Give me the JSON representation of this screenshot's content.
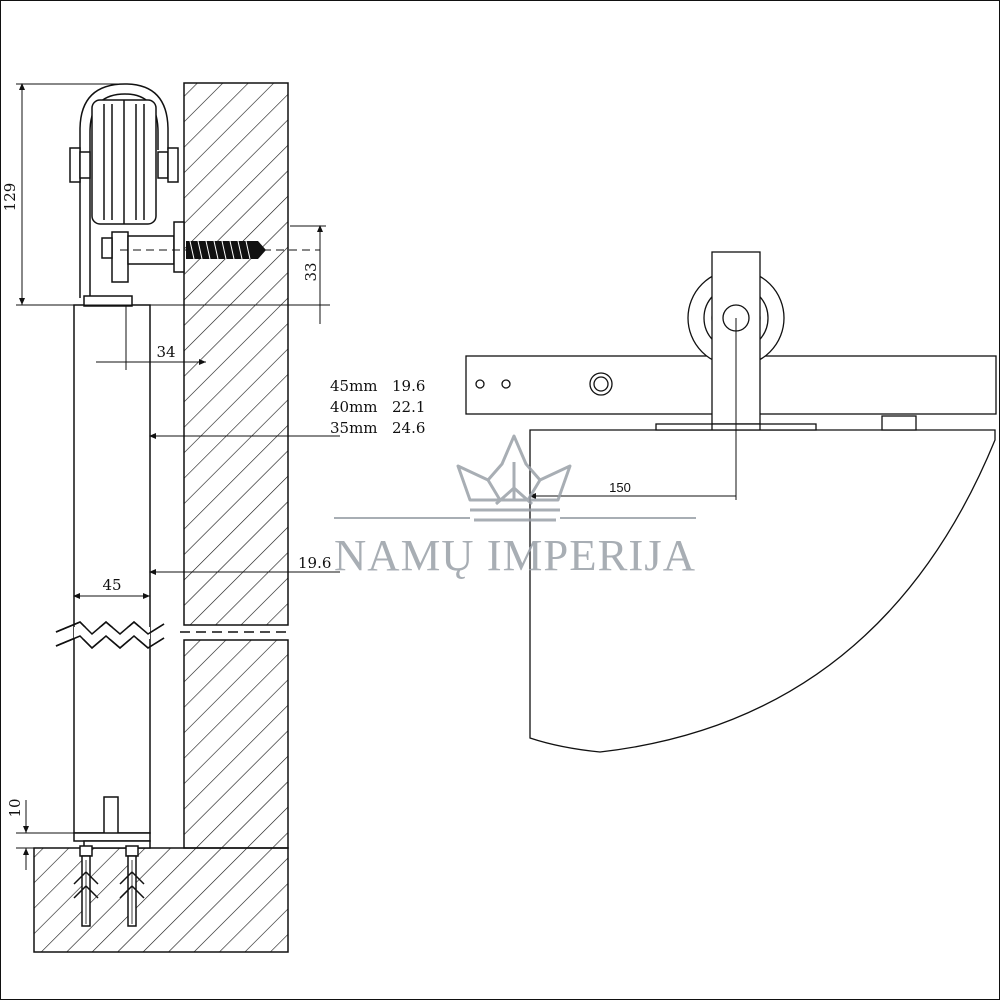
{
  "dimensions": {
    "height_129": "129",
    "bolt_33": "33",
    "offset_34": "34",
    "door_45": "45",
    "gap_19_6": "19.6",
    "guide_10": "10",
    "center_150": "150"
  },
  "spacing_table": [
    {
      "thickness": "45mm",
      "gap": "19.6"
    },
    {
      "thickness": "40mm",
      "gap": "22.1"
    },
    {
      "thickness": "35mm",
      "gap": "24.6"
    }
  ],
  "watermark": {
    "brand": "NAMŲ IMPERIJA",
    "logo": "crown-icon"
  },
  "colors": {
    "line": "#111111",
    "watermark": "#9aa0a8"
  }
}
